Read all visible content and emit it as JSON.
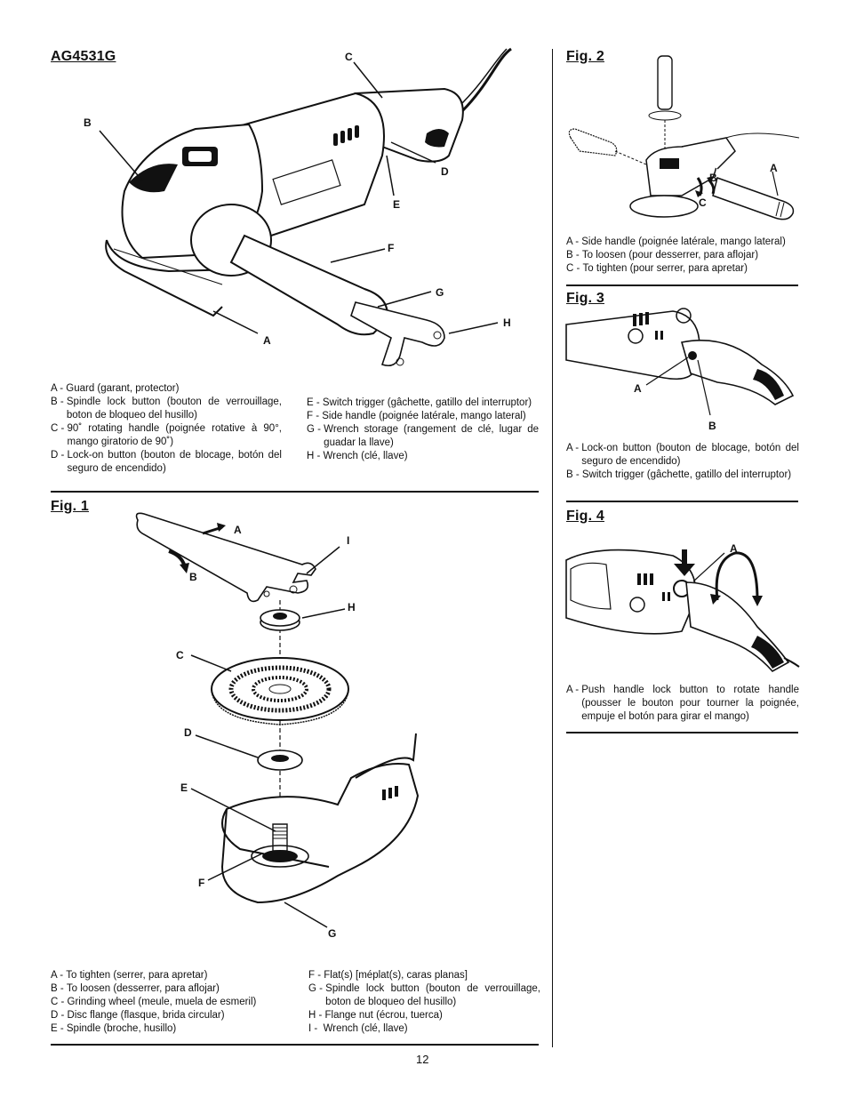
{
  "main": {
    "model_title": "AG4531G",
    "tool_callouts": [
      "A",
      "B",
      "C",
      "D",
      "E",
      "F",
      "G",
      "H"
    ],
    "tool_legend_left": [
      {
        "key": "A - ",
        "text": "Guard (garant, protector)"
      },
      {
        "key": "B - ",
        "text": "Spindle lock button (bouton de verrouillage, boton de bloqueo del husillo)"
      },
      {
        "key": "C - ",
        "text": "90˚ rotating handle (poignée rotative à 90°, mango giratorio de 90˚)"
      },
      {
        "key": "D - ",
        "text": "Lock-on button (bouton de blocage, botón del seguro de encendido)"
      }
    ],
    "tool_legend_right": [
      {
        "key": "E - ",
        "text": "Switch trigger (gâchette, gatillo del interruptor)"
      },
      {
        "key": "F - ",
        "text": "Side handle (poignée latérale, mango lateral)"
      },
      {
        "key": "G - ",
        "text": "Wrench storage (rangement de clé, lugar de guadar la llave)"
      },
      {
        "key": "H - ",
        "text": "Wrench (clé, llave)"
      }
    ]
  },
  "fig1": {
    "title": "Fig. 1",
    "callouts": [
      "A",
      "B",
      "C",
      "D",
      "E",
      "F",
      "G",
      "H",
      "I"
    ],
    "legend_left": [
      {
        "key": "A - ",
        "text": "To tighten (serrer, para apretar)"
      },
      {
        "key": "B - ",
        "text": "To loosen (desserrer, para aflojar)"
      },
      {
        "key": "C - ",
        "text": "Grinding wheel (meule, muela de esmeril)"
      },
      {
        "key": "D - ",
        "text": "Disc flange (flasque, brida circular)"
      },
      {
        "key": "E - ",
        "text": "Spindle (broche, husillo)"
      }
    ],
    "legend_right": [
      {
        "key": "F - ",
        "text": "Flat(s) [méplat(s), caras planas]"
      },
      {
        "key": "G - ",
        "text": "Spindle lock button (bouton de verrouillage, boton de bloqueo del husillo)"
      },
      {
        "key": "H - ",
        "text": "Flange nut (écrou, tuerca)"
      },
      {
        "key": "I -  ",
        "text": "Wrench (clé, llave)"
      }
    ]
  },
  "fig2": {
    "title": "Fig. 2",
    "callouts": [
      "A",
      "B",
      "C"
    ],
    "legend": [
      {
        "key": "A - ",
        "text": "Side handle (poignée latérale, mango lateral)"
      },
      {
        "key": "B - ",
        "text": "To loosen (pour desserrer, para aflojar)"
      },
      {
        "key": "C - ",
        "text": "To tighten (pour serrer, para apretar)"
      }
    ]
  },
  "fig3": {
    "title": "Fig. 3",
    "callouts": [
      "A",
      "B"
    ],
    "legend": [
      {
        "key": "A - ",
        "text": "Lock-on button (bouton de blocage, botón del seguro de encendido)"
      },
      {
        "key": "B - ",
        "text": "Switch trigger (gâchette, gatillo del interruptor)"
      }
    ]
  },
  "fig4": {
    "title": "Fig. 4",
    "callouts": [
      "A"
    ],
    "legend": [
      {
        "key": "A - ",
        "text": "Push handle lock button to rotate handle (pousser le bouton pour tourner la poignée, empuje el botón para girar el mango)"
      }
    ]
  },
  "footer": {
    "page_number": "12"
  }
}
